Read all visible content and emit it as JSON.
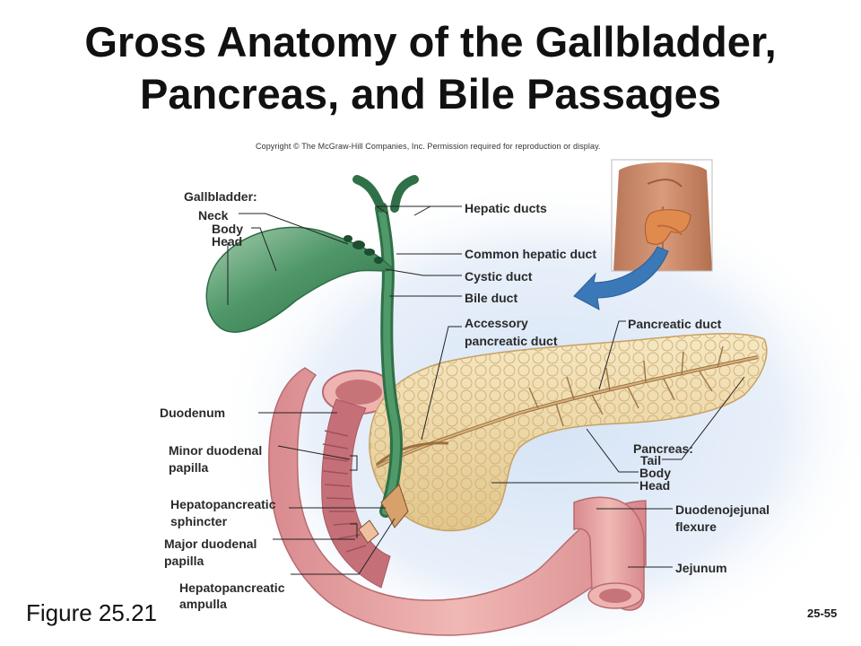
{
  "title": {
    "line1": "Gross Anatomy of the Gallbladder,",
    "line2": "Pancreas, and Bile Passages"
  },
  "copyright": "Copyright © The McGraw-Hill Companies, Inc. Permission required for reproduction or display.",
  "figure_label": "Figure 25.21",
  "page_number": "25-55",
  "labels": {
    "gallbladder": "Gallbladder:",
    "neck": "Neck",
    "body": "Body",
    "head": "Head",
    "hepatic_ducts": "Hepatic ducts",
    "common_hepatic_duct": "Common hepatic duct",
    "cystic_duct": "Cystic duct",
    "bile_duct": "Bile duct",
    "accessory_duct_1": "Accessory",
    "accessory_duct_2": "pancreatic duct",
    "pancreatic_duct": "Pancreatic duct",
    "duodenum": "Duodenum",
    "minor_papilla_1": "Minor duodenal",
    "minor_papilla_2": "papilla",
    "sphincter_1": "Hepatopancreatic",
    "sphincter_2": "sphincter",
    "major_papilla_1": "Major duodenal",
    "major_papilla_2": "papilla",
    "ampulla_1": "Hepatopancreatic",
    "ampulla_2": "ampulla",
    "pancreas": "Pancreas:",
    "tail": "Tail",
    "pancreas_body": "Body",
    "pancreas_head": "Head",
    "flexure_1": "Duodenojejunal",
    "flexure_2": "flexure",
    "jejunum": "Jejunum"
  },
  "colors": {
    "gallbladder": "#3f8a5a",
    "pancreas": "#ecd6a0",
    "duodenum": "#e4a0a0",
    "arrow": "#3b78b8",
    "halo": "#d6e4f4"
  }
}
